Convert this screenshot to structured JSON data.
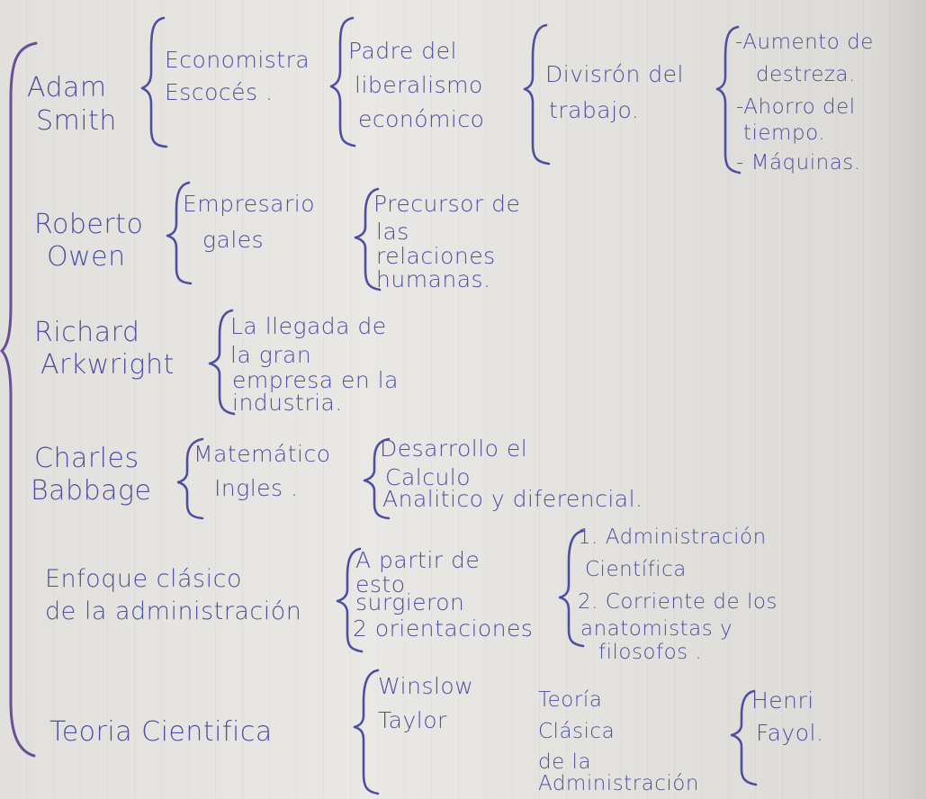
{
  "notes": {
    "adam": {
      "name1": "Adam",
      "name2": "Smith",
      "c1l1": "Economistra",
      "c1l2": "Escocés .",
      "c2l1": "Padre del",
      "c2l2": "liberalismo",
      "c2l3": "económico",
      "c3l1": "Divisrón del",
      "c3l2": "trabajo.",
      "c4l1": "-Aumento de",
      "c4l2": "destreza.",
      "c4l3": "-Ahorro del",
      "c4l4": "tiempo.",
      "c4l5": "- Máquinas."
    },
    "owen": {
      "name1": "Roberto",
      "name2": "Owen",
      "c1l1": "Empresario",
      "c1l2": "gales",
      "c2l1": "Precursor de",
      "c2l2": "las",
      "c2l3": "relaciones",
      "c2l4": "humanas."
    },
    "ark": {
      "name1": "Richard",
      "name2": "Arkwright",
      "c1l1": "La llegada de",
      "c1l2": "la gran",
      "c1l3": "empresa en la",
      "c1l4": "industria."
    },
    "babbage": {
      "name1": "Charles",
      "name2": "Babbage",
      "c1l1": "Matemático",
      "c1l2": "Ingles .",
      "c2l1": "Desarrollo el",
      "c2l2": "Calculo",
      "c2l3": "Analitico y diferencial."
    },
    "enfoque": {
      "name1": "Enfoque clásico",
      "name2": "de la administración",
      "c1l1": "A partir de",
      "c1l2": "esto",
      "c1l3": "surgieron",
      "c1l4": "2 orientaciones",
      "c2l1": "1. Administración",
      "c2l2": "Científica",
      "c2l3": "2. Corriente de los",
      "c2l4": "anatomistas y",
      "c2l5": "filosofos ."
    },
    "teoria": {
      "name": "Teoria Cientifica",
      "c1l1": "Winslow",
      "c1l2": "Taylor",
      "mid1": "Teoría",
      "mid2": "Clásica",
      "mid3": "de la",
      "mid4": "Administración",
      "c2l1": "Henri",
      "c2l2": "Fayol."
    }
  }
}
